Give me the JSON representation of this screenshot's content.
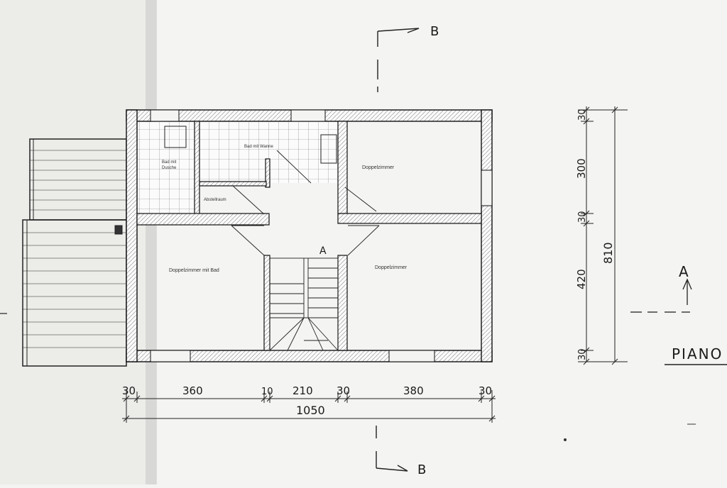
{
  "rooms": {
    "bad_dusche": [
      "Bad mit",
      "Dusche"
    ],
    "bad_wanne": "Bad mit Wanne",
    "abstellraum": "Abstellraum",
    "doppelzimmer_ne": "Doppelzimmer",
    "doppelzimmer_bad": "Doppelzimmer mit Bad",
    "doppelzimmer_se": "Doppelzimmer"
  },
  "dimensions": {
    "horizontal": [
      "30",
      "360",
      "10",
      "210",
      "30",
      "380",
      "30"
    ],
    "total_width": "1050",
    "vertical": [
      "30",
      "300",
      "30",
      "420",
      "30"
    ],
    "total_height": "810"
  },
  "section_markers": {
    "b_top": "B",
    "b_bottom": "B",
    "a": "A"
  },
  "stair_arrow": "A",
  "floor_label": "PIANO"
}
